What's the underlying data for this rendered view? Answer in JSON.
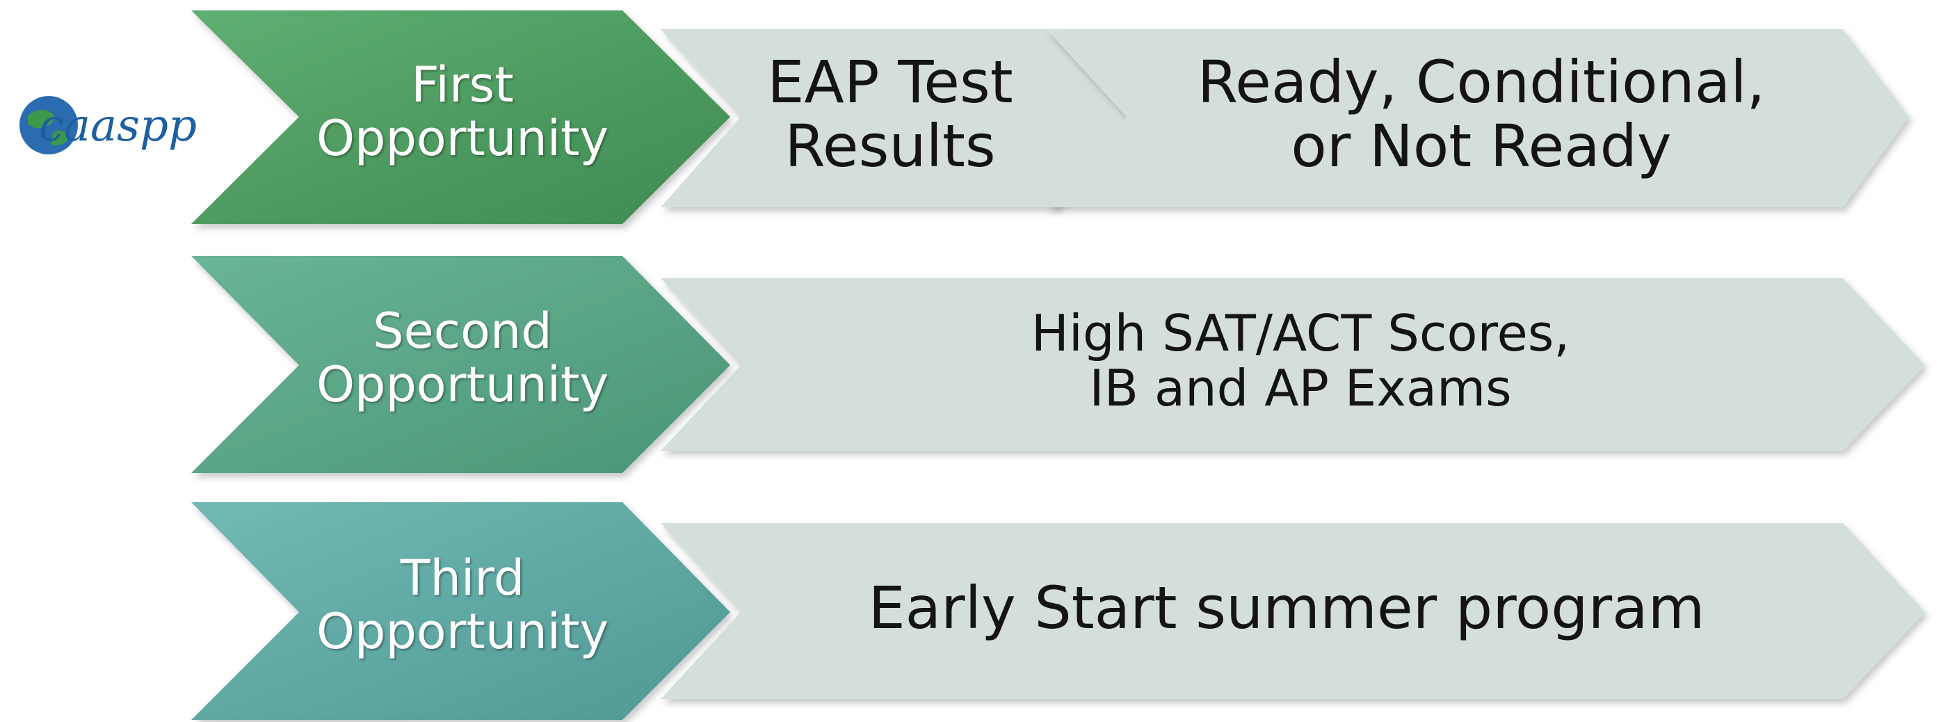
{
  "logo": {
    "text": "caaspp",
    "icon": "globe-logo-icon"
  },
  "colors": {
    "row1_chevron": "#4f9a62",
    "row2_chevron": "#5aa385",
    "row3_chevron": "#5fa8a3",
    "content_box": "#d5dfda"
  },
  "rows": [
    {
      "label": [
        "First",
        "Opportunity"
      ],
      "steps": [
        [
          "EAP Test",
          "Results"
        ],
        [
          "Ready, Conditional,",
          "or Not Ready"
        ]
      ]
    },
    {
      "label": [
        "Second",
        "Opportunity"
      ],
      "steps": [
        [
          "High SAT/ACT Scores,",
          "IB and AP Exams"
        ]
      ]
    },
    {
      "label": [
        "Third",
        "Opportunity"
      ],
      "steps": [
        [
          "Early Start summer program"
        ]
      ]
    }
  ]
}
